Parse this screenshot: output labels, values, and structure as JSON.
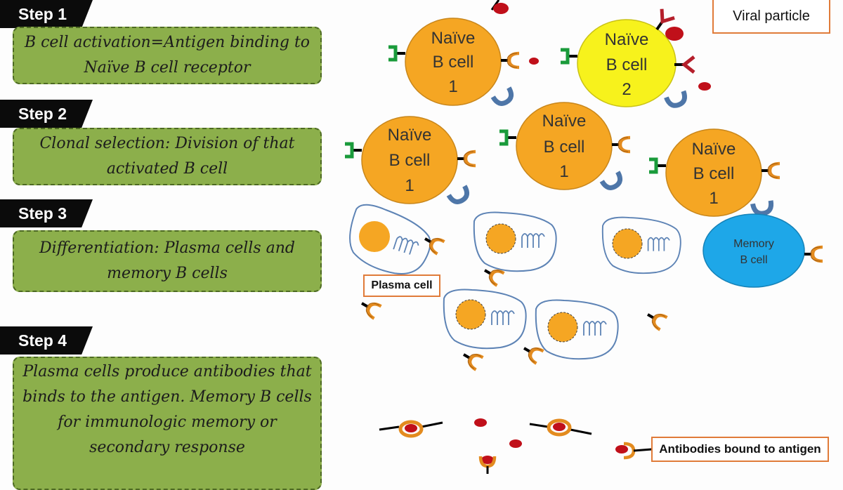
{
  "steps": [
    {
      "tab": "Step 1",
      "text": "B cell activation=Antigen binding to Naïve B cell receptor"
    },
    {
      "tab": "Step 2",
      "text": "Clonal selection: Division of that activated B cell"
    },
    {
      "tab": "Step 3",
      "text": "Differentiation: Plasma cells and memory B cells"
    },
    {
      "tab": "Step 4",
      "text": "Plasma cells produce antibodies that binds to the antigen. Memory B cells for immunologic memory or secondary response"
    }
  ],
  "labels": {
    "viral_particle": "Viral particle",
    "plasma_cell": "Plasma cell",
    "antibodies_bound": "Antibodies bound to antigen"
  },
  "cells": {
    "naive_1": [
      "Naïve",
      "B cell",
      "1"
    ],
    "naive_2": [
      "Naïve",
      "B cell",
      "2"
    ],
    "memory": [
      "Memory",
      "B cell"
    ]
  },
  "colors": {
    "naive_cell": "#f5a623",
    "naive_2_cell": "#f7f21c",
    "memory_cell": "#1ea7e8",
    "antigen": "#c0101a",
    "step_box": "#8caf4b",
    "label_border": "#e07b39"
  }
}
